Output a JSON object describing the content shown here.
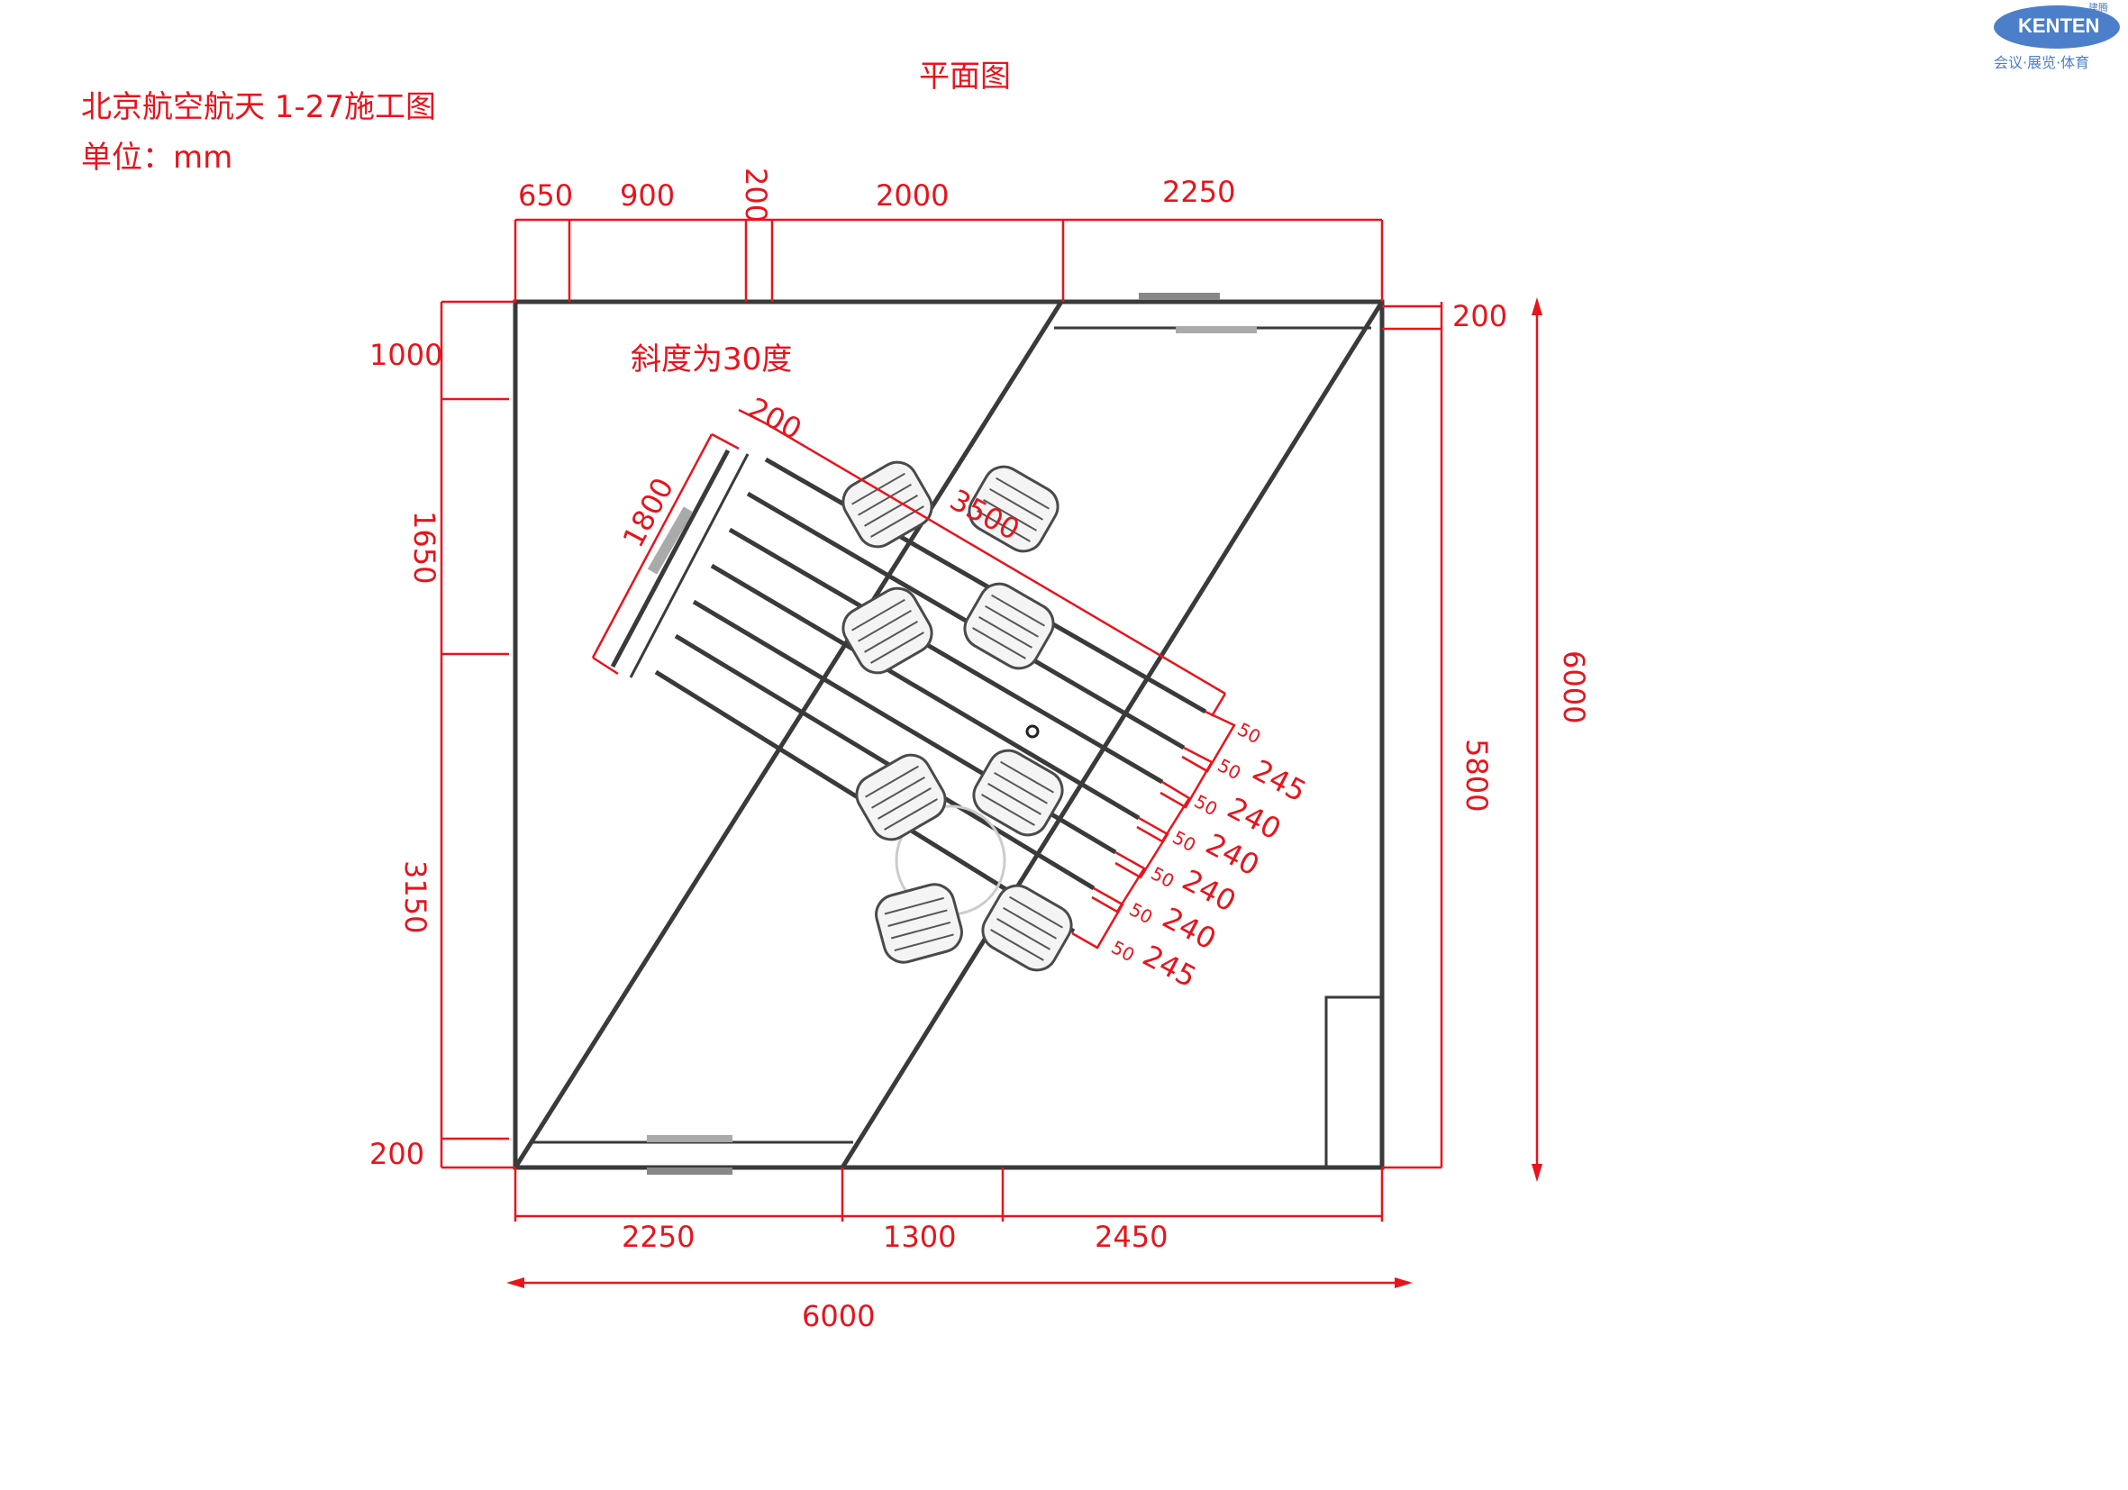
{
  "header": {
    "project_title": "北京航空航天 1-27施工图",
    "unit_label": "单位：mm",
    "drawing_title": "平面图"
  },
  "logo": {
    "brand": "KENTEN",
    "chinese_top": "建腾",
    "slogan": "会议·展览·体育",
    "color": "#4c7fc9"
  },
  "annotations": {
    "slope": "斜度为30度"
  },
  "dimensions": {
    "top": [
      "650",
      "900",
      "200",
      "2000",
      "2250"
    ],
    "left": [
      "1000",
      "1650",
      "3150",
      "200"
    ],
    "right_inner": "5800",
    "right_top": "200",
    "right_outer": "6000",
    "bottom": [
      "2250",
      "1300",
      "2450"
    ],
    "bottom_total": "6000",
    "stage_depth": "200",
    "stage_length": "1800",
    "stage_width": "3500",
    "step_gaps": [
      "50",
      "50",
      "50",
      "50",
      "50",
      "50",
      "50"
    ],
    "step_widths": [
      "245",
      "240",
      "240",
      "240",
      "240",
      "245"
    ]
  },
  "colors": {
    "dimension": "#e8141c",
    "wall": "#3a3a3a"
  }
}
